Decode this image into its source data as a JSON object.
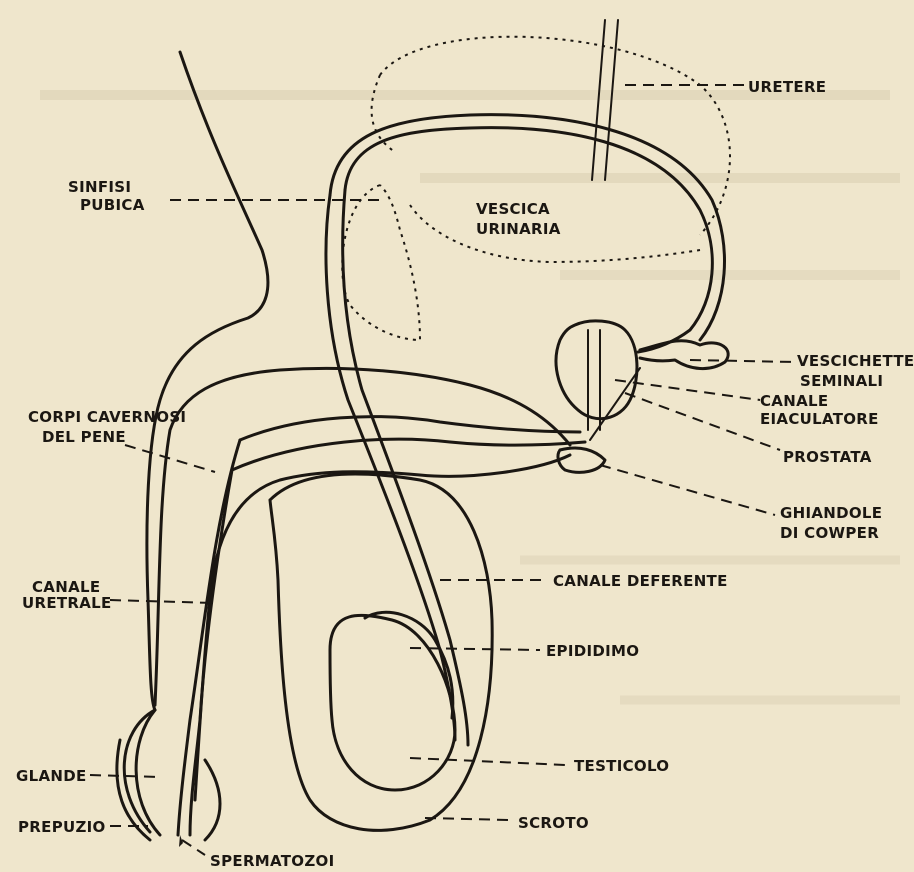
{
  "background_color": "#efe6cc",
  "ink_color": "#1b1712",
  "labels": {
    "uretere": "URETERE",
    "sinfisi_1": "SINFISI",
    "sinfisi_2": "PUBICA",
    "vescica_1": "VESCICA",
    "vescica_2": "URINARIA",
    "vescichette_1": "VESCICHETTE",
    "vescichette_2": "SEMINALI",
    "canale_eiac_1": "CANALE",
    "canale_eiac_2": "EIACULATORE",
    "prostata": "PROSTATA",
    "corpi_1": "CORPI CAVERNOSI",
    "corpi_2": "DEL PENE",
    "cowper_1": "GHIANDOLE",
    "cowper_2": "DI COWPER",
    "uretrale_1": "CANALE",
    "uretrale_2": "URETRALE",
    "deferente": "CANALE DEFERENTE",
    "epididimo": "EPIDIDIMO",
    "testicolo": "TESTICOLO",
    "glande": "GLANDE",
    "prepuzio": "PREPUZIO",
    "scroto": "SCROTO",
    "spermatozoi": "SPERMATOZOI"
  }
}
